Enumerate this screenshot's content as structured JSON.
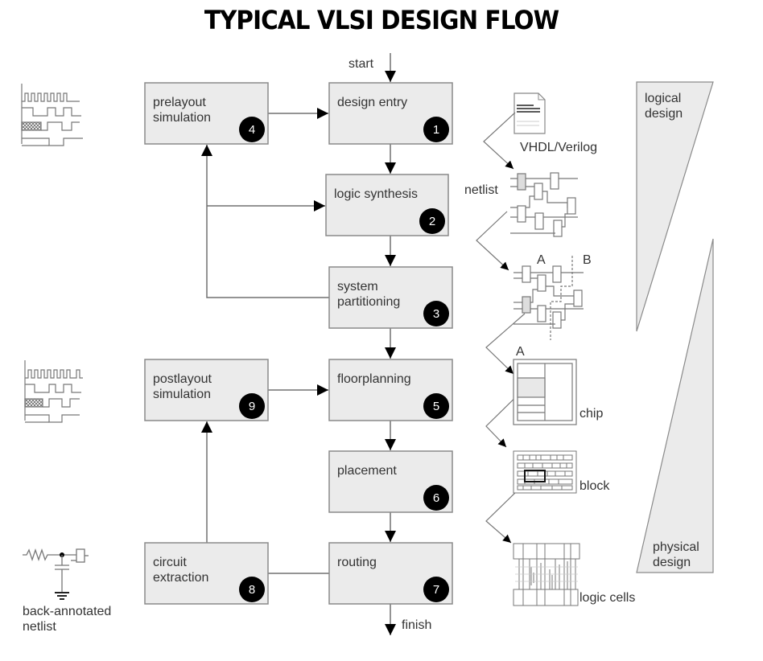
{
  "title": "TYPICAL VLSI DESIGN FLOW",
  "colors": {
    "box_fill": "#ebebeb",
    "box_stroke": "#8a8a8a",
    "line": "#707070",
    "badge": "#000000",
    "text": "#333333"
  },
  "flow": {
    "start_label": "start",
    "finish_label": "finish",
    "steps": [
      {
        "id": 1,
        "number": "1",
        "lines": [
          "design entry"
        ]
      },
      {
        "id": 2,
        "number": "2",
        "lines": [
          "logic synthesis"
        ]
      },
      {
        "id": 3,
        "number": "3",
        "lines": [
          "system",
          "partitioning"
        ]
      },
      {
        "id": 4,
        "number": "4",
        "lines": [
          "prelayout",
          "simulation"
        ]
      },
      {
        "id": 5,
        "number": "5",
        "lines": [
          "floorplanning"
        ]
      },
      {
        "id": 6,
        "number": "6",
        "lines": [
          "placement"
        ]
      },
      {
        "id": 7,
        "number": "7",
        "lines": [
          "routing"
        ]
      },
      {
        "id": 8,
        "number": "8",
        "lines": [
          "circuit",
          "extraction"
        ]
      },
      {
        "id": 9,
        "number": "9",
        "lines": [
          "postlayout",
          "simulation"
        ]
      }
    ],
    "edges": [
      {
        "from": "start",
        "to": 1,
        "arrow": true
      },
      {
        "from": 1,
        "to": 2,
        "arrow": true
      },
      {
        "from": 2,
        "to": 3,
        "arrow": true
      },
      {
        "from": 3,
        "to": 5,
        "arrow": true
      },
      {
        "from": 5,
        "to": 6,
        "arrow": true
      },
      {
        "from": 6,
        "to": 7,
        "arrow": true
      },
      {
        "from": 7,
        "to": "finish",
        "arrow": true
      },
      {
        "from": 3,
        "to": 4,
        "arrow": true
      },
      {
        "from": 3,
        "to": 2,
        "arrow": true
      },
      {
        "from": 4,
        "to": 1,
        "arrow": true
      },
      {
        "from": 7,
        "to": 8,
        "arrow": false
      },
      {
        "from": 8,
        "to": 9,
        "arrow": true
      },
      {
        "from": 9,
        "to": 5,
        "arrow": true
      }
    ]
  },
  "artifacts": {
    "hdl_label": "VHDL/Verilog",
    "netlist_label": "netlist",
    "partition_a": "A",
    "partition_b": "B",
    "chip_a": "A",
    "chip_label": "chip",
    "block_label": "block",
    "cells_label": "logic cells",
    "back_annotated_line1": "back-annotated",
    "back_annotated_line2": "netlist"
  },
  "phases": {
    "logical": [
      "logical",
      "design"
    ],
    "physical": [
      "physical",
      "design"
    ]
  }
}
